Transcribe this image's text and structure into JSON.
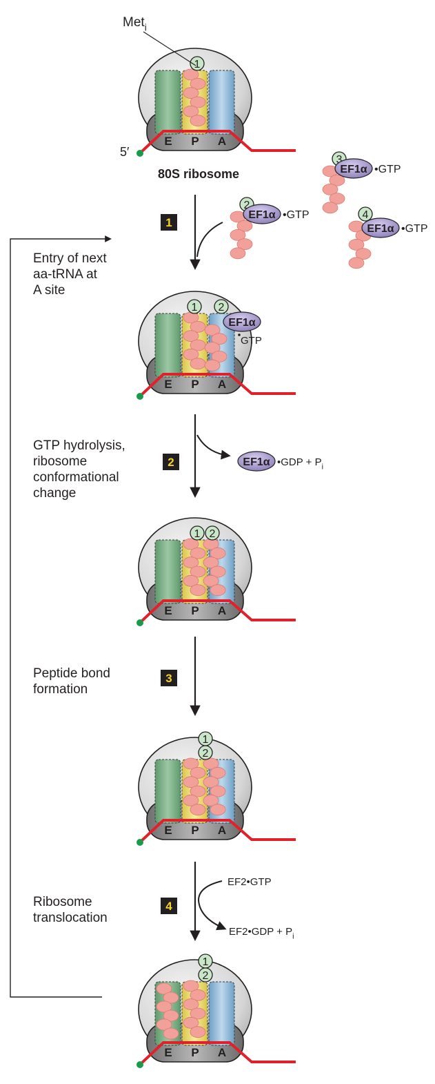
{
  "colors": {
    "mrna": "#e3202a",
    "cap": "#1a9a4a",
    "site_e": "#7fb08a",
    "site_p": "#efe07a",
    "site_a": "#9fc4de",
    "trna": "#f2a19a",
    "ef1a": "#a99ccb",
    "number_circle": "#c9e6c8",
    "step_badge": "#231f20",
    "step_number": "#f5d327"
  },
  "top": {
    "met_label": "Met",
    "met_sub": "i",
    "five_prime": "5′",
    "ribosome_label": "80S ribosome"
  },
  "sites": [
    "E",
    "P",
    "A"
  ],
  "trna_numbers": [
    "1",
    "2",
    "3",
    "4"
  ],
  "factors": {
    "ef1a": "EF1α",
    "gtp_dot": "•GTP",
    "gtp": "GTP",
    "gdp_pi_prefix": "•GDP + P",
    "pi_sub": "i",
    "ef2_gtp": "EF2•GTP",
    "ef2_gdp_prefix": "EF2•GDP + P"
  },
  "steps": [
    {
      "number": "1",
      "label": "Entry of next\naa-tRNA at\nA site"
    },
    {
      "number": "2",
      "label": "GTP hydrolysis,\nribosome\nconformational\nchange"
    },
    {
      "number": "3",
      "label": "Peptide bond\nformation"
    },
    {
      "number": "4",
      "label": "Ribosome\ntranslocation"
    }
  ]
}
